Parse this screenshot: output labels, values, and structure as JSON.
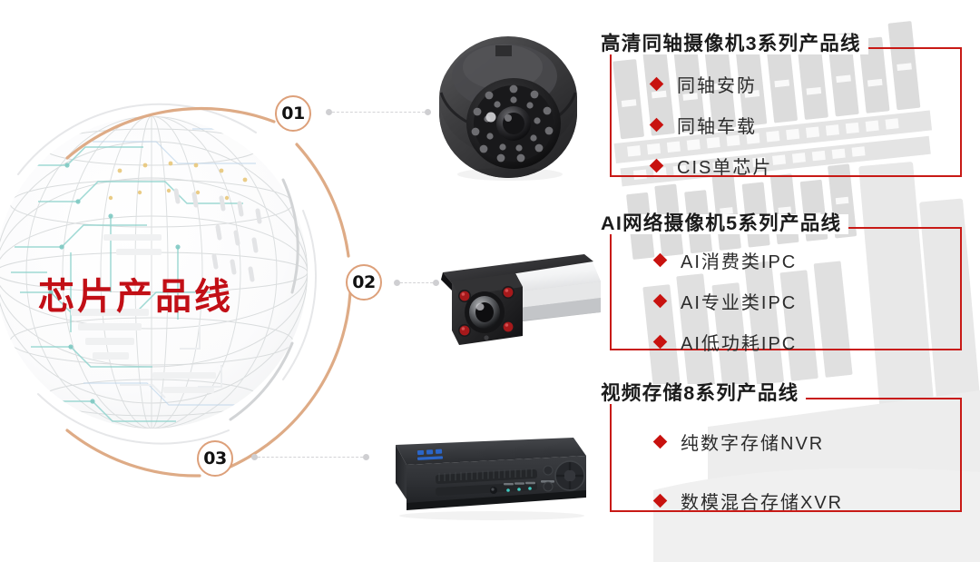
{
  "meta": {
    "headline": "芯片产品线",
    "accent_red": "#c20f16",
    "frame_red": "#c81a16",
    "badge_ring": "#dda07a",
    "connector_gray": "#d3d3d6",
    "background": "#ffffff"
  },
  "hero": {
    "title": "芯片产品线",
    "graphic_name": "wireframe-globe"
  },
  "steps": [
    {
      "number": "01",
      "product_icon": "dome-camera"
    },
    {
      "number": "02",
      "product_icon": "bullet-camera"
    },
    {
      "number": "03",
      "product_icon": "nvr-recorder"
    }
  ],
  "panels": [
    {
      "id": "coaxial",
      "title": "高清同轴摄像机3系列产品线",
      "items": [
        "同轴安防",
        "同轴车载",
        "CIS单芯片"
      ]
    },
    {
      "id": "ai-ipc",
      "title": "AI网络摄像机5系列产品线",
      "items": [
        "AI消费类IPC",
        "AI专业类IPC",
        "AI低功耗IPC"
      ]
    },
    {
      "id": "storage",
      "title": "视频存储8系列产品线",
      "items": [
        "纯数字存储NVR",
        "数模混合存储XVR"
      ]
    }
  ]
}
